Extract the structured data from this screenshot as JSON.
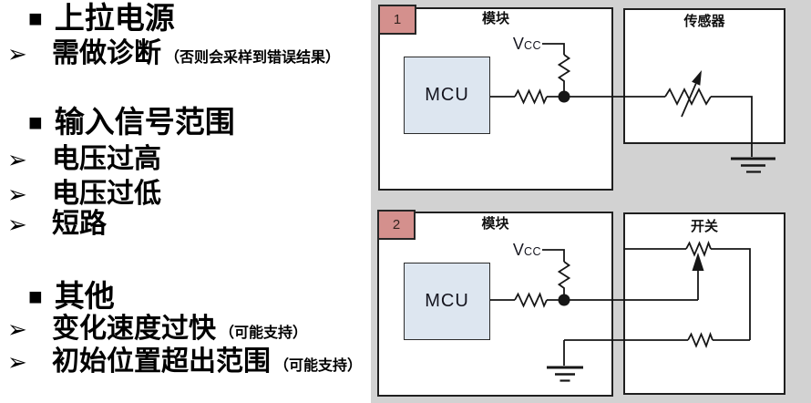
{
  "outline": {
    "heading_bullet": "■",
    "item_bullet": "➢",
    "sections": [
      {
        "title": "上拉电源",
        "items": [
          {
            "text": "需做诊断",
            "note": "（否则会采样到错误结果）"
          }
        ]
      },
      {
        "title": "输入信号范围",
        "items": [
          {
            "text": "电压过高"
          },
          {
            "text": "电压过低"
          },
          {
            "text": "短路"
          }
        ]
      },
      {
        "title": "其他",
        "items": [
          {
            "text": "变化速度过快",
            "note": "（可能支持）"
          },
          {
            "text": "初始位置超出范围",
            "note": "（可能支持）"
          }
        ]
      }
    ]
  },
  "diagrams": [
    {
      "number": "1",
      "module_label": "模块",
      "device_label": "传感器",
      "mcu_label": "MCU",
      "vcc": {
        "v": "V",
        "cc": "CC"
      }
    },
    {
      "number": "2",
      "module_label": "模块",
      "device_label": "开关",
      "mcu_label": "MCU",
      "vcc": {
        "v": "V",
        "cc": "CC"
      }
    }
  ],
  "colors": {
    "panel_bg": "#d2d2d2",
    "badge_bg": "#d4908d",
    "mcu_bg": "#dde6f0",
    "wire": "#161616",
    "text": "#000000"
  }
}
